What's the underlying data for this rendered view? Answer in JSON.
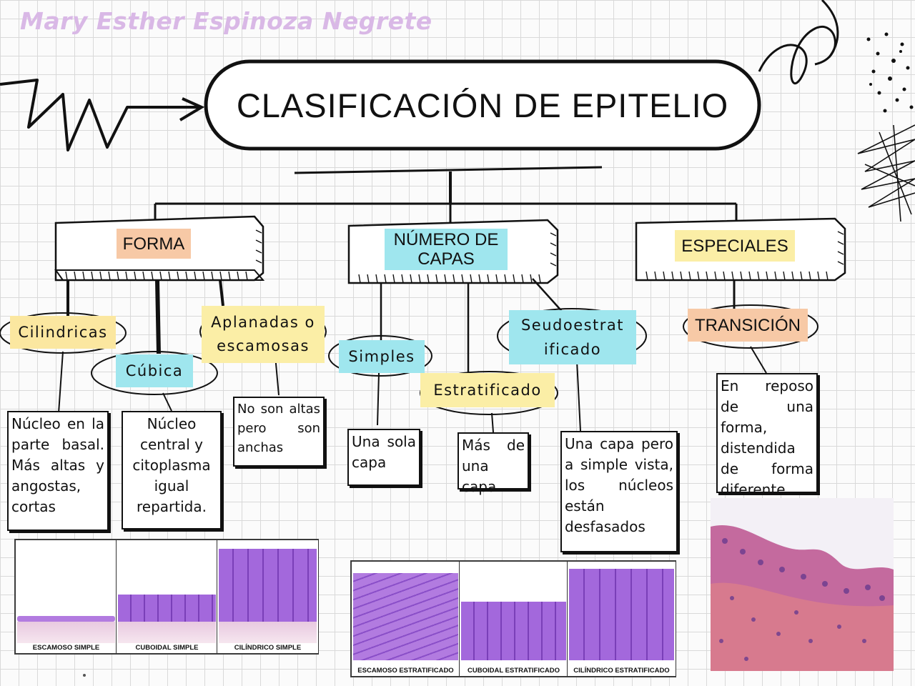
{
  "author": "Mary Esther Espinoza Negrete",
  "title": "CLASIFICACIÓN DE EPITELIO",
  "categories": {
    "forma": "FORMA",
    "numero": "NÚMERO DE CAPAS",
    "especiales": "ESPECIALES"
  },
  "forma": {
    "cilindricas": {
      "label": "Cilindricas",
      "desc": "Núcleo en la parte basal. Más altas y angostas, cortas"
    },
    "cubica": {
      "label": "Cúbica",
      "desc": "Núcleo central y citoplasma igual repartida."
    },
    "aplanadas": {
      "label": "Aplanadas o escamosas",
      "desc": "No son altas pero son anchas"
    }
  },
  "capas": {
    "simples": {
      "label": "Simples",
      "desc": "Una sola capa"
    },
    "estratificado": {
      "label": "Estratificado",
      "desc": "Más de una capa"
    },
    "seudo": {
      "label": "Seudoestrat ificado",
      "desc": "Una capa pero a simple vista, los núcleos están desfasados"
    }
  },
  "especiales": {
    "transicion": {
      "label": "TRANSICIÓN",
      "desc": "En reposo de una forma, distendida de forma diferente"
    }
  },
  "images": {
    "simple_captions": [
      "ESCAMOSO SIMPLE",
      "CUBOIDAL SIMPLE",
      "CILÍNDRICO SIMPLE"
    ],
    "strat_captions": [
      "ESCAMOSO ESTRATIFICADO",
      "CUBOIDAL ESTRATIFICADO",
      "CILÍNDRICO ESTRATIFICADO"
    ]
  },
  "colors": {
    "yellow": "#fbe7a0",
    "cyan": "#9fe6ee",
    "peach": "#f7c9a6",
    "tissue_purple": "#a86be0",
    "tissue_pink": "#d97aa8"
  }
}
